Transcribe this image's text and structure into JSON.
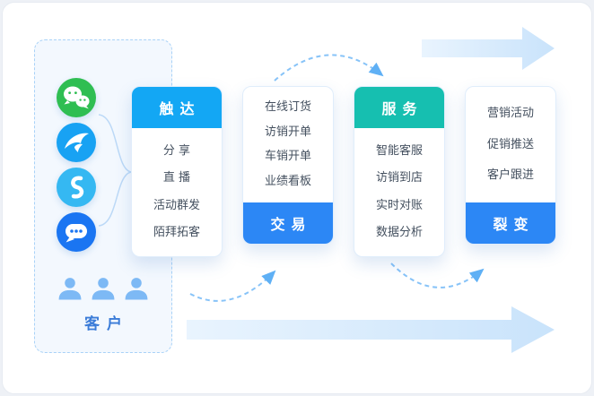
{
  "customer_panel": {
    "label": "客户",
    "apps": [
      {
        "icon": "wechat-icon",
        "color": "#2fbe52"
      },
      {
        "icon": "bird-app-icon",
        "color": "#18a2f3"
      },
      {
        "icon": "music-app-icon",
        "color": "#35b8f2"
      },
      {
        "icon": "chat-app-icon",
        "color": "#1a75f2"
      }
    ]
  },
  "cards": [
    {
      "header": "触达",
      "header_position": "top",
      "header_color": "#13a7f4",
      "items": [
        "分  享",
        "直  播",
        "活动群发",
        "陌拜拓客"
      ]
    },
    {
      "header": "交易",
      "header_position": "bottom",
      "header_color": "#2c87f5",
      "items": [
        "在线订货",
        "访销开单",
        "车销开单",
        "业绩看板"
      ]
    },
    {
      "header": "服务",
      "header_position": "top",
      "header_color": "#16bfb0",
      "items": [
        "智能客服",
        "访销到店",
        "实时对账",
        "数据分析"
      ]
    },
    {
      "header": "裂变",
      "header_position": "bottom",
      "header_color": "#2c87f5",
      "items": [
        "营销活动",
        "促销推送",
        "客户跟进"
      ]
    }
  ],
  "colors": {
    "flow_arrow_light": "#e9f4fe",
    "flow_arrow_dark": "#c9e3fb",
    "dashed_connector": "#87c3f8",
    "panel_border": "#a9d2f7",
    "customer_label": "#3b7cd8",
    "user_icon": "#7db9f5"
  }
}
